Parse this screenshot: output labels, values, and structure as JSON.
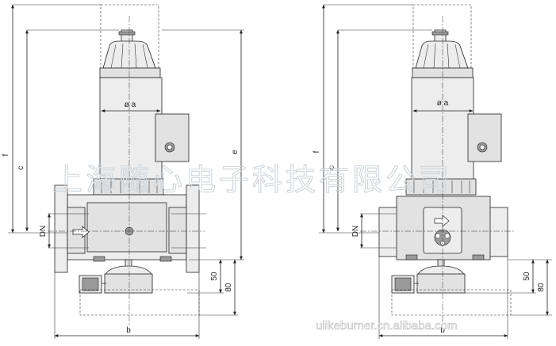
{
  "labels": {
    "dia": "ø a",
    "b": "b",
    "c": "c",
    "e": "e",
    "f": "f",
    "dn": "DN",
    "d50": "50",
    "d80": "80"
  },
  "watermark": {
    "company": "上海随心电子科技有限公司",
    "url": "ulikeburner.cn.alibaba.com"
  },
  "colors": {
    "line": "#222222",
    "body_fill": "#ededed",
    "watermark": "#cfd6dc"
  }
}
